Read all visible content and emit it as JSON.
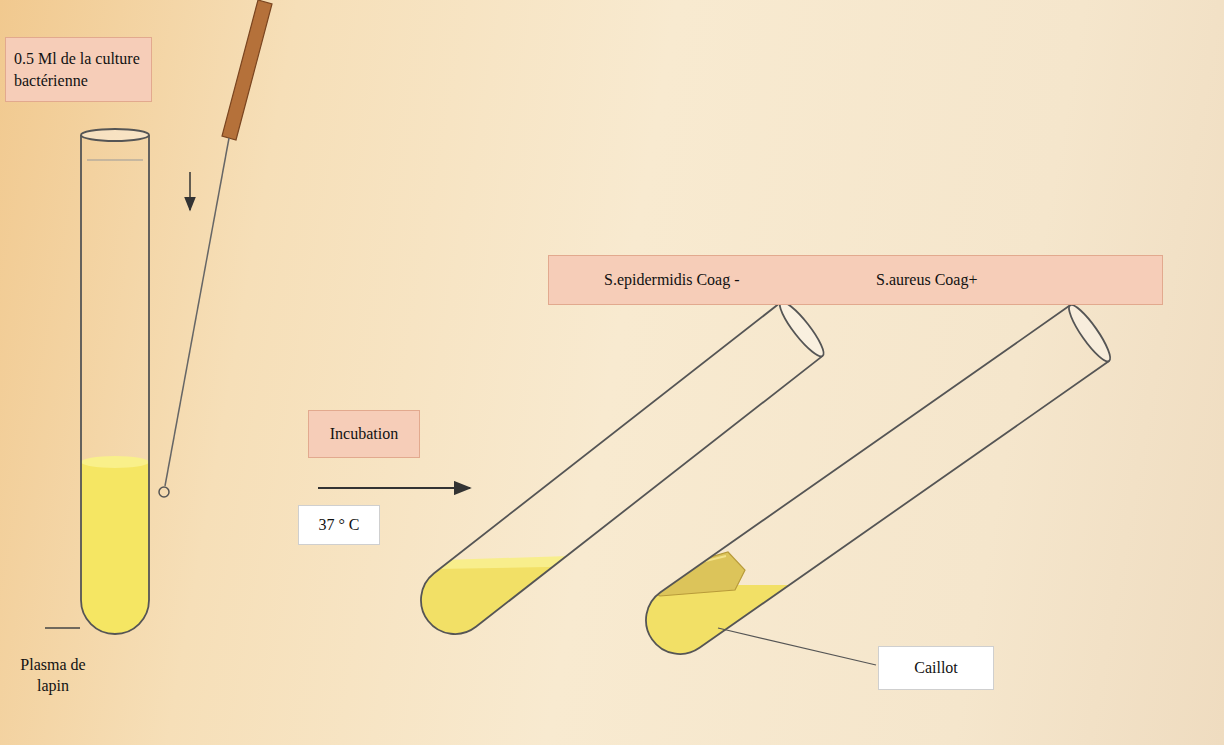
{
  "diagram": {
    "nodes": [
      {
        "text": [
          "0.5 Ml de la culture bactérienne"
        ]
      },
      {
        "text": [
          "Incubation"
        ]
      },
      {
        "text": [
          "37 ° C"
        ]
      },
      {
        "text": [
          "S.epidermidis Coag -",
          "S.aureus Coag+"
        ]
      },
      {
        "text": [
          "Caillot"
        ]
      }
    ],
    "labels": [
      "Plasma de lapin"
    ]
  }
}
